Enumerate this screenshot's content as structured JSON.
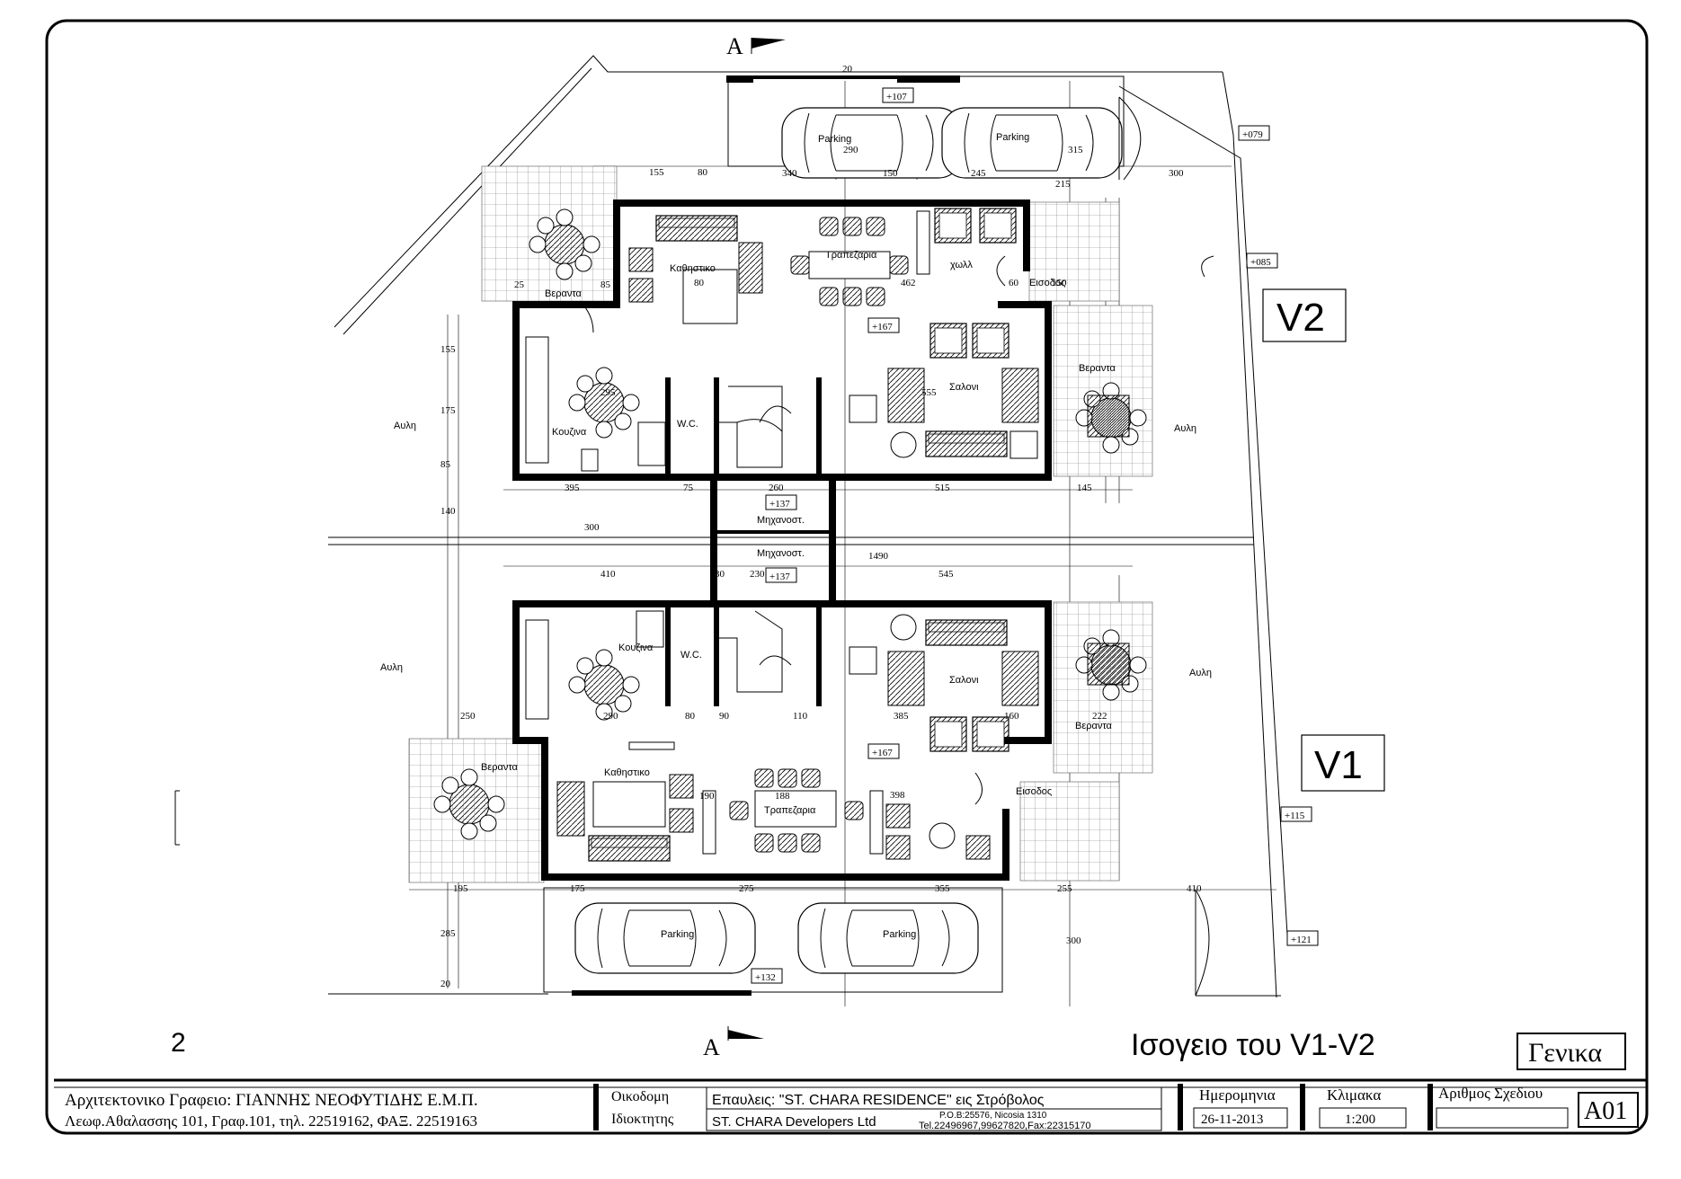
{
  "section_marker": "A",
  "units": {
    "V2": "V2",
    "V1": "V1"
  },
  "drawing_title": "Ισογειο του V1-V2",
  "drawing_category": "Γενικα",
  "corner_mark": "2",
  "rooms_v2": {
    "parking_1": "Parking",
    "parking_2": "Parking",
    "dining": "Τραπεζαρια",
    "sitting": "Καθηστικο",
    "hall": "χωλλ",
    "entrance": "Εισοδος",
    "veranda_left": "Βεραντα",
    "veranda_right": "Βεραντα",
    "kitchen": "Κουζινα",
    "wc": "W.C.",
    "living": "Σαλονι",
    "yard_left": "Αυλη",
    "yard_right": "Αυλη",
    "mech": "Μηχανοστ."
  },
  "rooms_v1": {
    "mech": "Μηχανοστ.",
    "kitchen": "Κουζινα",
    "wc": "W.C.",
    "living": "Σαλονι",
    "veranda_right": "Βεραντα",
    "veranda_left": "Βεραντα",
    "sitting": "Καθηστικο",
    "dining": "Τραπεζαρια",
    "entrance": "Εισοδος",
    "yard_left": "Αυλη",
    "yard_right": "Αυλη",
    "parking_1": "Parking",
    "parking_2": "Parking"
  },
  "levels": {
    "l107": "+107",
    "l079": "+079",
    "l085": "+085",
    "l167_top": "+167",
    "l137_top": "+137",
    "l137_bot": "+137",
    "l167_bot": "+167",
    "l115": "+115",
    "l121": "+121",
    "l132": "+132"
  },
  "dims": {
    "d1": "155",
    "d2": "80",
    "d3": "340",
    "d4": "150",
    "d5": "245",
    "d6": "215",
    "d7": "300",
    "d8": "290",
    "d9": "315",
    "d10": "20",
    "d11": "25",
    "d12": "85",
    "d13": "80",
    "d14": "462",
    "d15": "60",
    "d16": "150",
    "d17": "155",
    "d18": "175",
    "d19": "85",
    "d20": "395",
    "d21": "75",
    "d22": "260",
    "d23": "515",
    "d24": "145",
    "d25": "140",
    "d26": "300",
    "d27": "1490",
    "d28": "410",
    "d29": "230",
    "d30": "545",
    "d31": "250",
    "d32": "290",
    "d33": "80",
    "d34": "90",
    "d35": "110",
    "d36": "385",
    "d37": "160",
    "d38": "222",
    "d39": "398",
    "d40": "195",
    "d41": "175",
    "d42": "275",
    "d43": "355",
    "d44": "255",
    "d45": "285",
    "d46": "300",
    "d47": "295",
    "d48": "555",
    "d49": "188",
    "d50": "190",
    "d51": "20",
    "d52": "30",
    "d53": "410"
  },
  "title_block": {
    "office_line1": "Αρχιτεκτονικο Γραφειο: ΓΙΑΝΝΗΣ ΝΕΟΦΥΤΙΔΗΣ  Ε.Μ.Π.",
    "office_line2": "Λεωφ.Αθαλασσης 101, Γραφ.101, τηλ. 22519162, ΦΑΞ. 22519163",
    "label_building": "Οικοδομη",
    "label_owner": "Ιδιοκτητης",
    "building_value": "Επαυλεις: \"ST. CHARA  RESIDENCE\" εις Στρόβολος",
    "owner_value": "ST. CHARA Developers Ltd",
    "owner_contact1": "P.O.B:25576,  Nicosia  1310",
    "owner_contact2": "Tel.22496967,99627820,Fax:22315170",
    "label_date": "Ημερομηνια",
    "date_value": "26-11-2013",
    "label_scale": "Κλιμακα",
    "scale_value": "1:200",
    "label_drawing_no": "Αριθμος Σχεδιου",
    "drawing_no_value": "",
    "sheet_code": "A01"
  }
}
